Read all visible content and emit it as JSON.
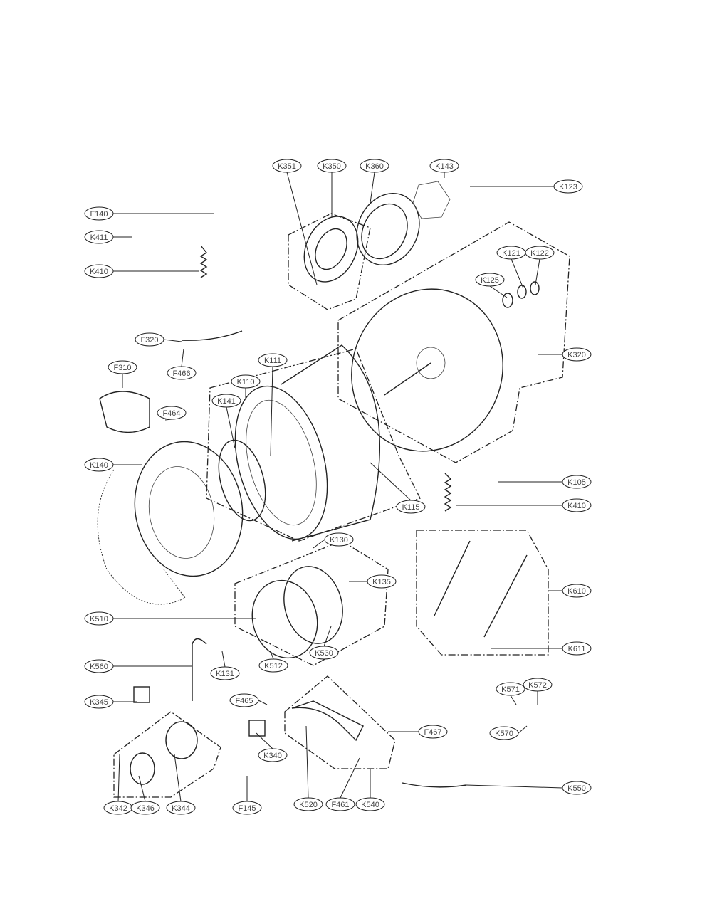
{
  "diagram": {
    "title": "Drum and Tub Assembly exploded view",
    "callouts": [
      "K351",
      "K350",
      "K360",
      "K143",
      "K123",
      "F140",
      "K411",
      "K410",
      "K121",
      "K122",
      "K125",
      "F320",
      "F466",
      "F310",
      "K320",
      "K111",
      "K110",
      "K141",
      "F464",
      "K140",
      "K105",
      "K115",
      "K410",
      "K130",
      "K135",
      "K610",
      "K510",
      "K611",
      "K131",
      "K512",
      "K530",
      "K560",
      "K571",
      "K572",
      "K345",
      "F465",
      "F467",
      "K570",
      "K340",
      "K550",
      "K342",
      "K346",
      "K344",
      "F145",
      "K520",
      "F461",
      "K540"
    ]
  }
}
